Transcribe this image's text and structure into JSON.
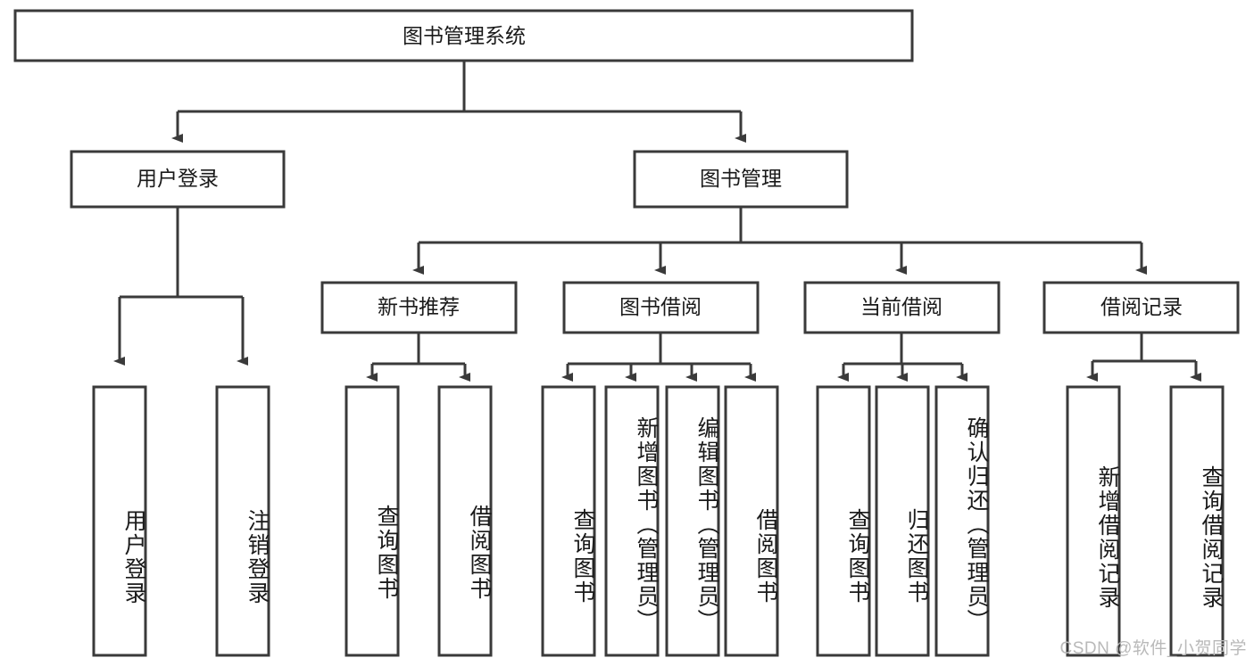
{
  "diagram": {
    "type": "tree-hierarchy-chart",
    "title": "图书管理系统",
    "watermark": "CSDN @软件_小贺同学",
    "colors": {
      "box_stroke": "#3a3a3a",
      "box_fill": "#ffffff",
      "connector": "#3a3a3a",
      "text": "#1a1a1a",
      "watermark": "#b9b9b9",
      "background": "#ffffff"
    },
    "nodes": {
      "root": {
        "label": "图书管理系统",
        "level": 0
      },
      "level1": [
        {
          "id": "user-login",
          "label": "用户登录"
        },
        {
          "id": "book-management",
          "label": "图书管理"
        }
      ],
      "level2": [
        {
          "id": "new-book-recommend",
          "label": "新书推荐",
          "parent": "book-management"
        },
        {
          "id": "book-borrow",
          "label": "图书借阅",
          "parent": "book-management"
        },
        {
          "id": "current-borrow",
          "label": "当前借阅",
          "parent": "book-management"
        },
        {
          "id": "borrow-record",
          "label": "借阅记录",
          "parent": "book-management"
        }
      ],
      "leaves": {
        "user-login": [
          {
            "id": "leaf-user-login",
            "label": "用户登录"
          },
          {
            "id": "leaf-logout",
            "label": "注销登录"
          }
        ],
        "new-book-recommend": [
          {
            "id": "leaf-query-book-1",
            "label": "查询图书"
          },
          {
            "id": "leaf-borrow-book-1",
            "label": "借阅图书"
          }
        ],
        "book-borrow": [
          {
            "id": "leaf-query-book-2",
            "label": "查询图书"
          },
          {
            "id": "leaf-add-book",
            "label": "新增图书（管理员）"
          },
          {
            "id": "leaf-edit-book",
            "label": "编辑图书（管理员）"
          },
          {
            "id": "leaf-borrow-book-2",
            "label": "借阅图书"
          }
        ],
        "current-borrow": [
          {
            "id": "leaf-query-book-3",
            "label": "查询图书"
          },
          {
            "id": "leaf-return-book",
            "label": "归还图书"
          },
          {
            "id": "leaf-confirm-return",
            "label": "确认归还（管理员）"
          }
        ],
        "borrow-record": [
          {
            "id": "leaf-add-record",
            "label": "新增借阅记录"
          },
          {
            "id": "leaf-query-record",
            "label": "查询借阅记录"
          }
        ]
      }
    }
  }
}
